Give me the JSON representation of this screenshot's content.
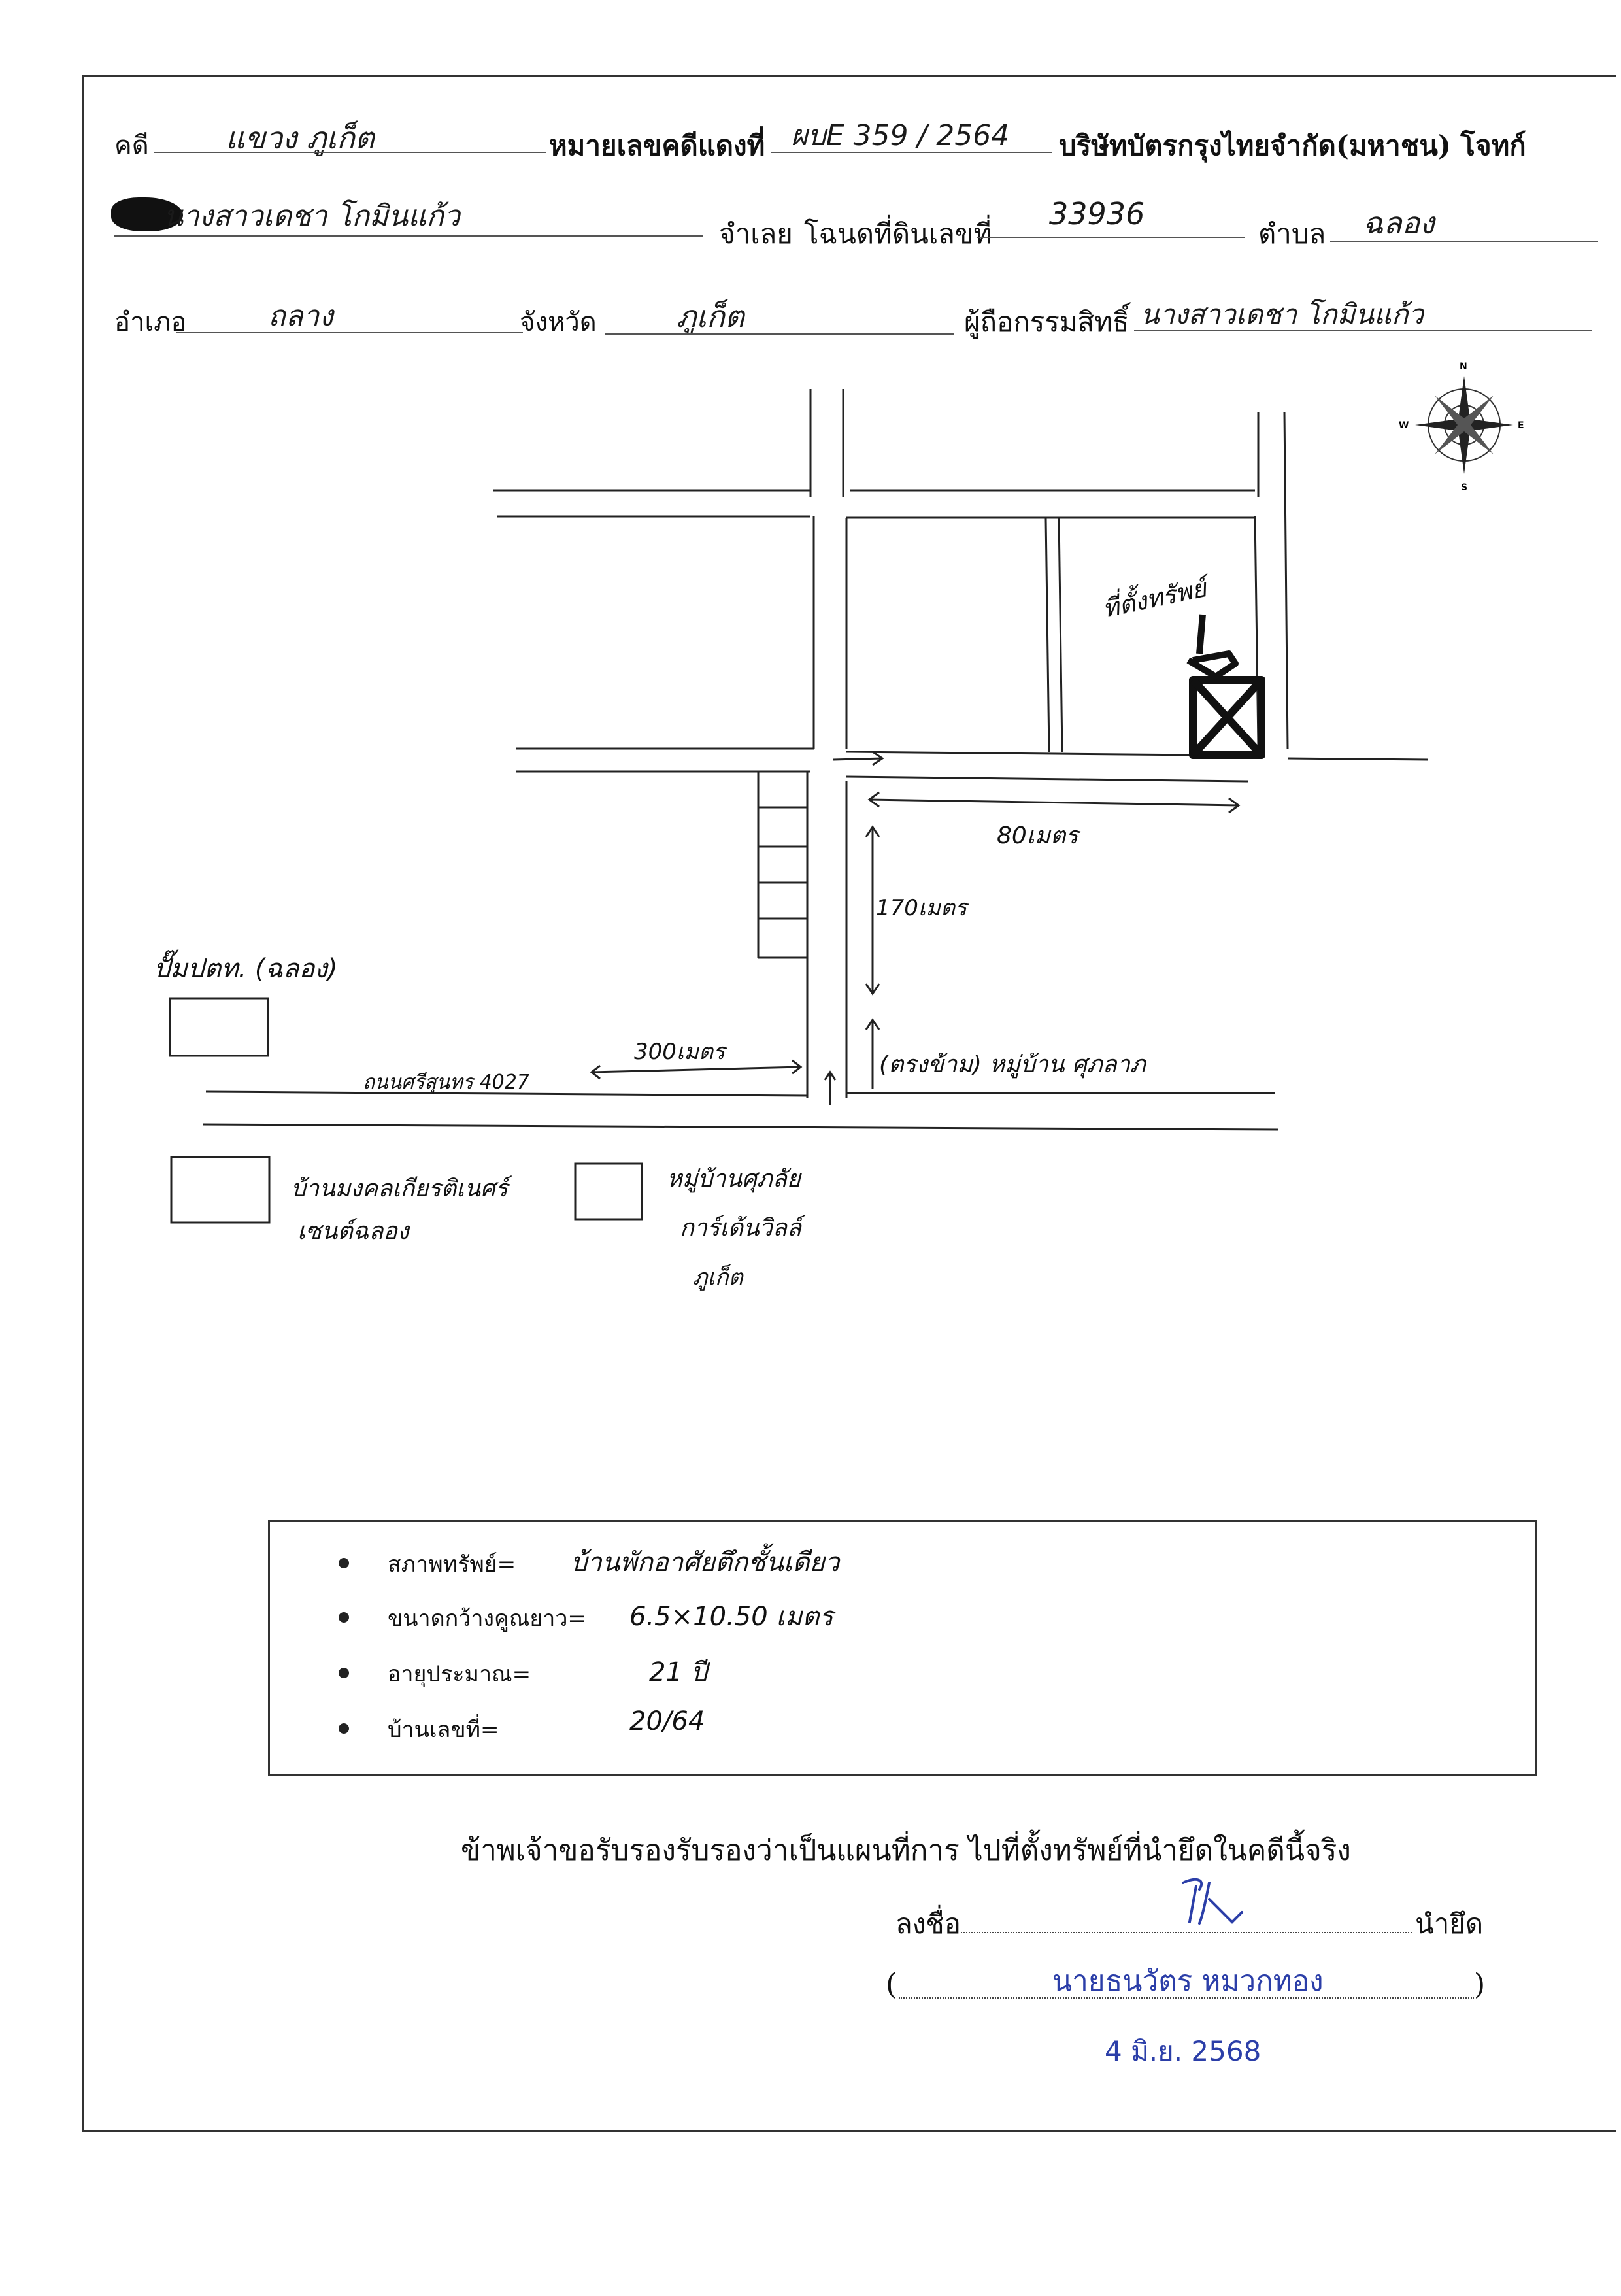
{
  "header": {
    "case_label": "คดี",
    "case_value": "แขวง ภูเก็ต",
    "red_case_label": "หมายเลขคดีแดงที่",
    "red_case_value": "ผบE 359 / 2564",
    "plaintiff": "บริษัทบัตรกรุงไทยจำกัด(มหาชน) โจทก์",
    "defendant_value": "นางสาวเดชา โกมินแก้ว",
    "defendant_label": "จำเลย",
    "deed_label": "โฉนดที่ดินเลขที่",
    "deed_value": "33936",
    "subdistrict_label": "ตำบล",
    "subdistrict_value": "ฉลอง",
    "district_label": "อำเภอ",
    "district_value": "ถลาง",
    "province_label": "จังหวัด",
    "province_value": "ภูเก็ต",
    "owner_label": "ผู้ถือกรรมสิทธิ์",
    "owner_value": "นางสาวเดชา โกมินแก้ว"
  },
  "compass": {
    "n": "N",
    "s": "S",
    "e": "E",
    "w": "W"
  },
  "map": {
    "property_label": "ที่ตั้งทรัพย์",
    "dist_80": "80เมตร",
    "dist_170": "170เมตร",
    "dist_300": "300เมตร",
    "road_label": "ถนนศรีสุนทร 4027",
    "gas_station": "ปั๊มปตท. (ฉลอง)",
    "village_opp": "(ตรงข้าม) หมู่บ้าน ศุภลาภ",
    "school_label_1": "บ้านมงคลเกียรติเนศร์",
    "school_label_2": "เซนต์ฉลอง",
    "village_label_1": "หมู่บ้านศุภลัย",
    "village_label_2": "การ์เด้นวิลล์",
    "village_label_3": "ภูเก็ต"
  },
  "info": {
    "condition_label": "สภาพทรัพย์=",
    "condition_value": "บ้านพักอาศัยตึกชั้นเดียว",
    "size_label": "ขนาดกว้างคูณยาว=",
    "size_value": "6.5×10.50 เมตร",
    "age_label": "อายุประมาณ=",
    "age_value": "21 ปี",
    "house_no_label": "บ้านเลขที่=",
    "house_no_value": "20/64"
  },
  "certification": {
    "statement": "ข้าพเจ้าขอรับรองรับรองว่าเป็นแผนที่การ ไปที่ตั้งทรัพย์ที่นำยึดในคดีนี้จริง",
    "sign_label": "ลงชื่อ",
    "sign_role": "นำยึด",
    "open_paren": "(",
    "close_paren": ")",
    "signer_name": "นายธนวัตร หมวกทอง",
    "date": "4 มิ.ย. 2568"
  },
  "colors": {
    "stamp_blue": "#2b3ea8",
    "ink": "#111111"
  }
}
